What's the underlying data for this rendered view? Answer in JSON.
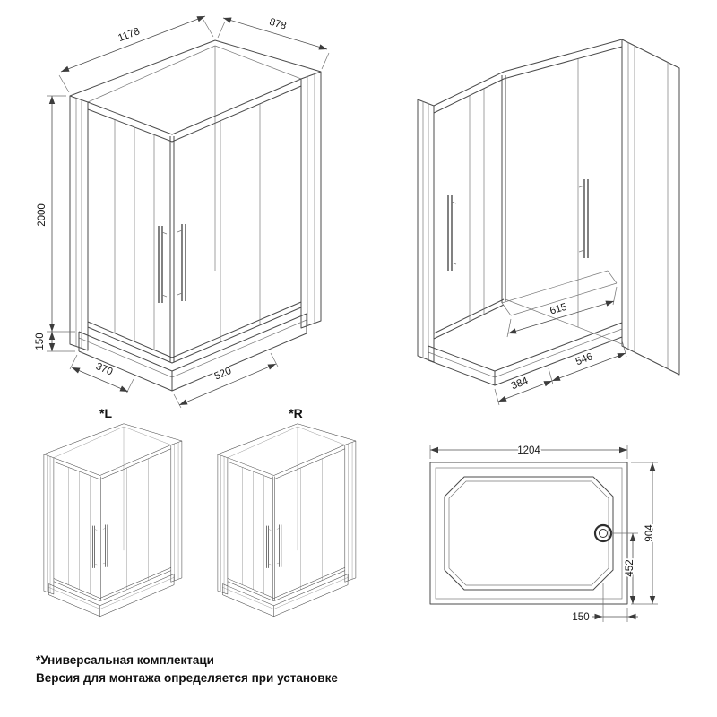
{
  "views": {
    "main_iso": {
      "dims": {
        "width": "1178",
        "depth": "878",
        "height": "2000",
        "tray_height": "150",
        "bottom_left": "370",
        "bottom_right": "520"
      }
    },
    "interior_iso": {
      "dims": {
        "inner_width": "615",
        "bottom_inner": "384",
        "bottom_outer": "546"
      }
    },
    "variants": {
      "left_label": "*L",
      "right_label": "*R"
    },
    "tray_plan": {
      "dims": {
        "length": "1204",
        "depth": "904",
        "drain_axis": "452",
        "drain_offset": "150"
      }
    }
  },
  "footnote": {
    "line1": "*Универсальная комплектаци",
    "line2": "Версия для монтажа определяется при установке"
  }
}
